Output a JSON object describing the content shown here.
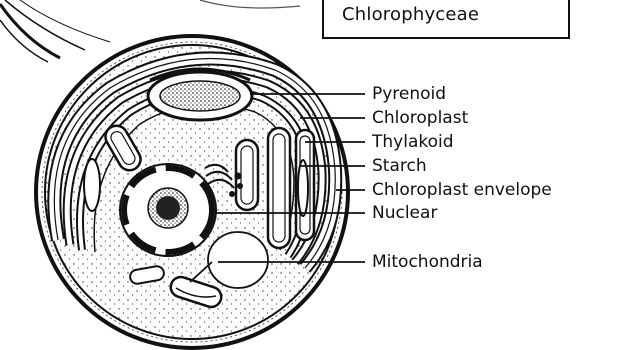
{
  "title": "Chlorophyceae",
  "labels": {
    "pyrenoid": "Pyrenoid",
    "chloroplast": "Chloroplast",
    "thylakoid": "Thylakoid",
    "starch": "Starch",
    "chloroplast_envelope": "Chloroplast envelope",
    "nuclear": "Nuclear",
    "mitochondria": "Mitochondria"
  },
  "colors": {
    "ink": "#111111",
    "paper": "#ffffff"
  }
}
